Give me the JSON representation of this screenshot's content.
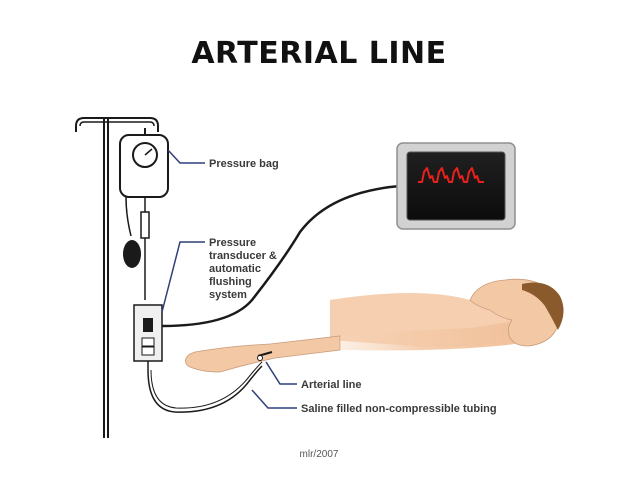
{
  "title": "ARTERIAL LINE",
  "labels": {
    "pressure_bag": "Pressure bag",
    "transducer": [
      "Pressure",
      "transducer &",
      "automatic",
      "flushing",
      "system"
    ],
    "arterial_line": "Arterial line",
    "tubing": "Saline filled non-compressible tubing"
  },
  "footer": "mlr/2007",
  "colors": {
    "line": "#1a1a1a",
    "leader": "#2e3f7a",
    "monitor_frame": "#b8b8b8",
    "monitor_screen": "#141414",
    "waveform": "#e8211d",
    "skin": "#f3c8a4",
    "hair": "#8a5a2c"
  }
}
